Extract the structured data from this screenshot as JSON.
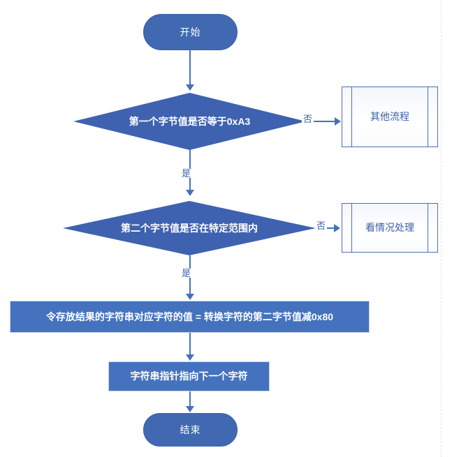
{
  "diagram": {
    "type": "flowchart",
    "orientation": "top-to-bottom",
    "colors": {
      "node_fill": "#4169b2",
      "process_fill": "#4472be",
      "diamond_fill": "#3f62b0",
      "connector": "#4472b8",
      "subroutine_border": "#4a6fb5",
      "subroutine_text": "#3a5fa8",
      "node_text": "#ffffff",
      "page_guide": "#e2e2e2"
    },
    "nodes": {
      "start": {
        "label": "开始",
        "shape": "terminator"
      },
      "decision1": {
        "label": "第一个字节值是否等于0xA3",
        "shape": "decision"
      },
      "other_process": {
        "label": "其他流程",
        "shape": "predefined-process"
      },
      "decision2": {
        "label": "第二个字节值是否在特定范围内",
        "shape": "decision"
      },
      "case_process": {
        "label": "看情况处理",
        "shape": "predefined-process"
      },
      "assign": {
        "label": "令存放结果的字符串对应字符的值 = 转换字符的第二字节值减0x80",
        "shape": "process"
      },
      "advance": {
        "label": "字符串指针指向下一个字符",
        "shape": "process"
      },
      "end": {
        "label": "结束",
        "shape": "terminator"
      }
    },
    "edges": {
      "start_to_decision1": {
        "label": ""
      },
      "decision1_no": {
        "label": "否"
      },
      "decision1_yes": {
        "label": "是"
      },
      "decision2_no": {
        "label": "否"
      },
      "decision2_yes": {
        "label": "是"
      },
      "assign_to_advance": {
        "label": ""
      },
      "advance_to_end": {
        "label": ""
      }
    }
  }
}
